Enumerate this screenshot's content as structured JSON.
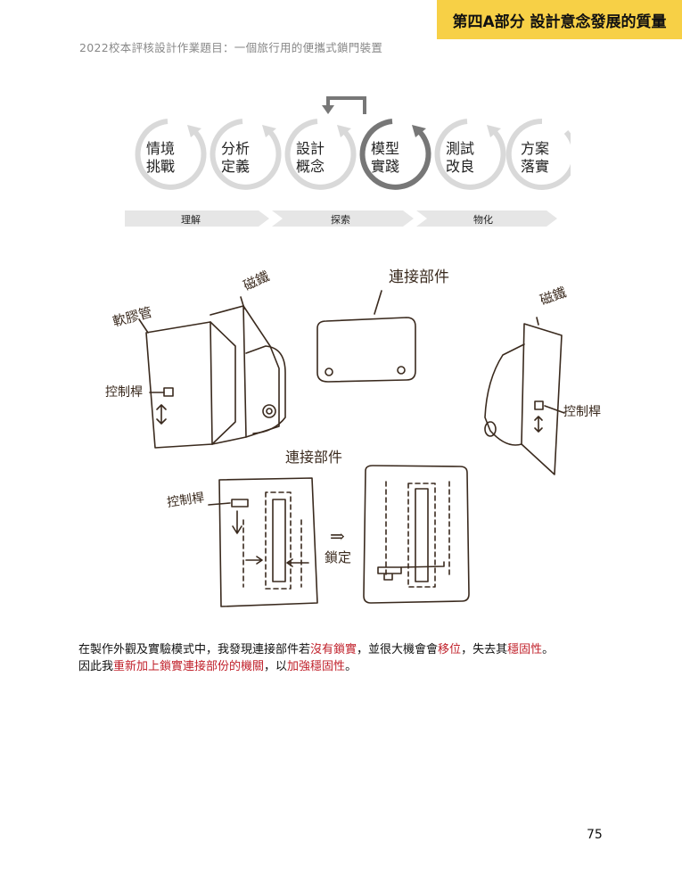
{
  "header": {
    "banner": "第四A部分 設計意念發展的質量",
    "subtitle": "2022校本評核設計作業題目：一個旅行用的便攜式鎖門裝置"
  },
  "process": {
    "steps": [
      {
        "line1": "情境",
        "line2": "挑戰"
      },
      {
        "line1": "分析",
        "line2": "定義"
      },
      {
        "line1": "設計",
        "line2": "概念"
      },
      {
        "line1": "模型",
        "line2": "實踐"
      },
      {
        "line1": "測試",
        "line2": "改良"
      },
      {
        "line1": "方案",
        "line2": "落實"
      }
    ],
    "active_step": "模型實踐",
    "phases": [
      "理解",
      "探索",
      "物化"
    ],
    "colors": {
      "inactive": "#d9d9d9",
      "active": "#777777",
      "phase_bar": "#e6e6e6"
    }
  },
  "sketch": {
    "labels": {
      "magnet_top": "磁鐵",
      "connector_top": "連接部件",
      "magnet_right": "磁鐵",
      "rubber_tube": "軟膠管",
      "lever_left": "控制桿",
      "lever_right": "控制桿",
      "connector_bottom": "連接部件",
      "lever_bottom": "控制桿",
      "arrow": "⇒",
      "lock": "鎖定"
    }
  },
  "body": {
    "p1_a": "在製作外觀及實驗模式中，我發現連接部件若",
    "p1_red1": "沒有鎖實",
    "p1_b": "，並很大機會會",
    "p1_red2": "移位",
    "p1_c": "，失去其",
    "p1_red3": "穩固性",
    "p1_d": "。",
    "p2_a": "因此我",
    "p2_red1": "重新加上鎖實連接部份的機關",
    "p2_b": "，以",
    "p2_red2": "加強穩固性",
    "p2_c": "。"
  },
  "page_number": "75"
}
